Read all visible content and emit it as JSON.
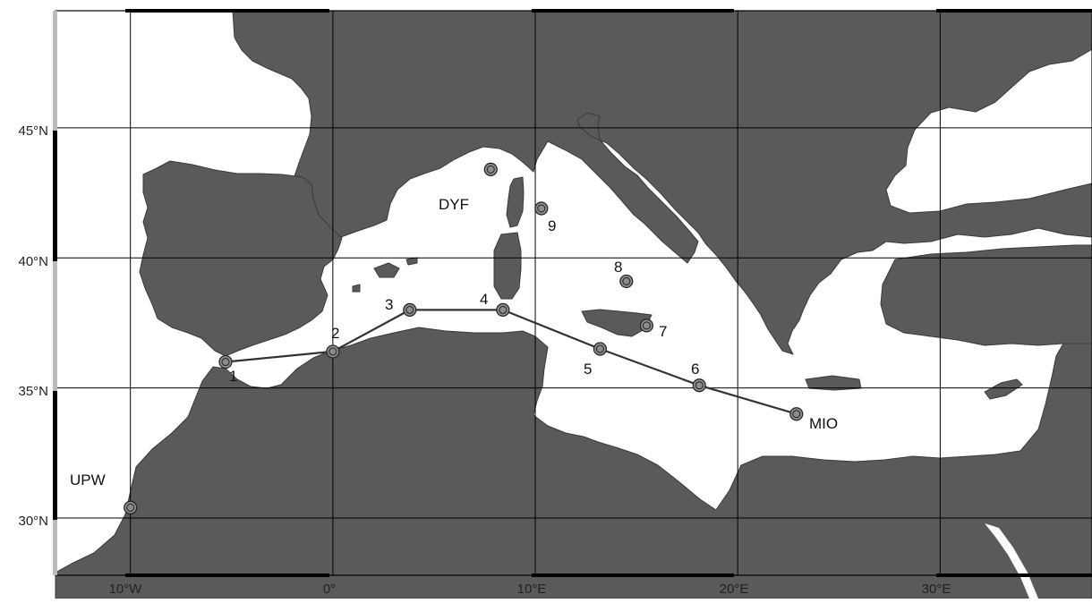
{
  "map": {
    "colors": {
      "land": "#5a5a5a",
      "sea": "#ffffff",
      "grid": "#000000",
      "frame": "#000000",
      "frame_light": "#bbbbbb",
      "marker_fill": "#8c8c8c",
      "track": "#333333"
    },
    "extent": {
      "lon_min": -13.7,
      "lon_max": 37.5,
      "lat_min": 27.8,
      "lat_max": 49.5
    },
    "lat_ticks": [
      {
        "value": 45,
        "label": "45°N"
      },
      {
        "value": 40,
        "label": "40°N"
      },
      {
        "value": 35,
        "label": "35°N"
      },
      {
        "value": 30,
        "label": "30°N"
      }
    ],
    "lon_ticks": [
      {
        "value": -10,
        "label": "10°W"
      },
      {
        "value": 0,
        "label": "0°"
      },
      {
        "value": 10,
        "label": "10°E"
      },
      {
        "value": 20,
        "label": "20°E"
      },
      {
        "value": 30,
        "label": "30°E"
      }
    ],
    "track_stations": [
      {
        "id": "1",
        "label": "1",
        "lon": -5.3,
        "lat": 36.0
      },
      {
        "id": "2",
        "label": "2",
        "lon": 0.0,
        "lat": 36.4
      },
      {
        "id": "3",
        "label": "3",
        "lon": 3.8,
        "lat": 38.0
      },
      {
        "id": "4",
        "label": "4",
        "lon": 8.4,
        "lat": 38.0
      },
      {
        "id": "5",
        "label": "5",
        "lon": 13.2,
        "lat": 36.5
      },
      {
        "id": "6",
        "label": "6",
        "lon": 18.1,
        "lat": 35.1
      },
      {
        "id": "MIO",
        "label": "MIO",
        "lon": 22.9,
        "lat": 34.0
      }
    ],
    "other_stations": [
      {
        "id": "7",
        "label": "7",
        "lon": 15.5,
        "lat": 37.4
      },
      {
        "id": "8",
        "label": "8",
        "lon": 14.5,
        "lat": 39.1
      },
      {
        "id": "9",
        "label": "9",
        "lon": 10.3,
        "lat": 41.9
      },
      {
        "id": "DYF",
        "label": "DYF",
        "lon": 7.8,
        "lat": 43.4
      },
      {
        "id": "UPW",
        "label": "UPW",
        "lon": -10.0,
        "lat": 30.4
      }
    ]
  }
}
